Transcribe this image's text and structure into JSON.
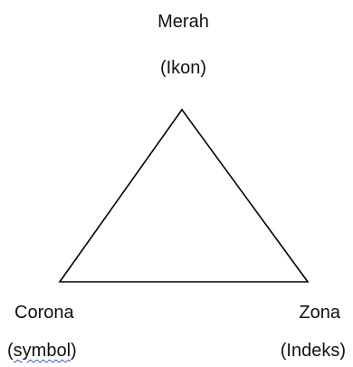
{
  "vertices": {
    "top": {
      "title": "Merah",
      "subtitle": "(Ikon)"
    },
    "bottom_left": {
      "title": "Corona",
      "subtitle": "(symbol)"
    },
    "bottom_right": {
      "title": "Zona",
      "subtitle": "(Indeks)"
    }
  },
  "colors": {
    "line": "#000000",
    "spellcheck_underline": "#3a56d4"
  }
}
